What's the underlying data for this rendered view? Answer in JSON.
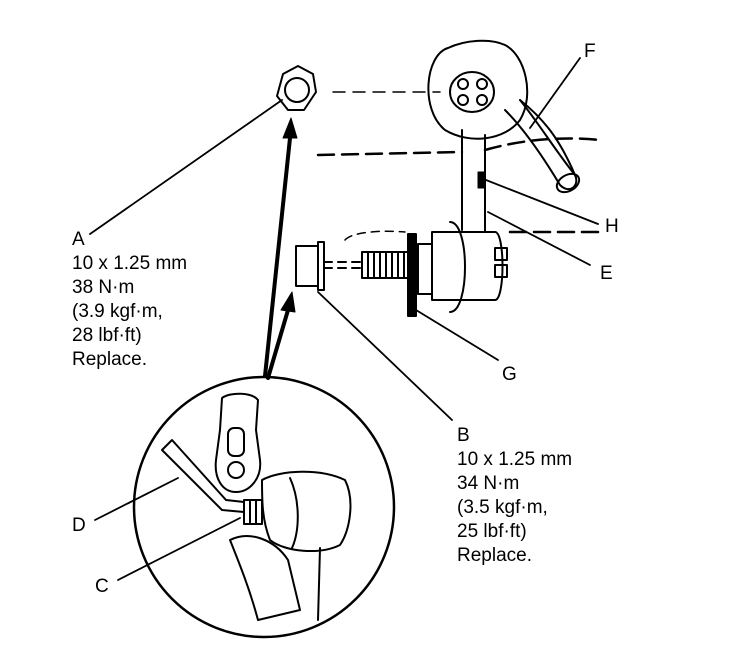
{
  "callouts": {
    "A": {
      "letter": "A",
      "lines": [
        "10 x 1.25 mm",
        "38 N·m",
        "(3.9 kgf·m,",
        "28 lbf·ft)",
        "Replace."
      ]
    },
    "B": {
      "letter": "B",
      "lines": [
        "10 x 1.25 mm",
        "34 N·m",
        "(3.5 kgf·m,",
        "25 lbf·ft)",
        "Replace."
      ]
    },
    "C": "C",
    "D": "D",
    "E": "E",
    "F": "F",
    "G": "G",
    "H": "H"
  }
}
